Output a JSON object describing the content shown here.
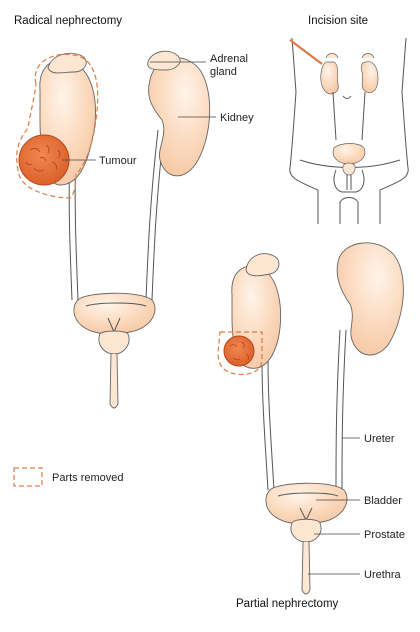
{
  "titles": {
    "radical": "Radical nephrectomy",
    "partial": "Partial nephrectomy",
    "incision": "Incision site"
  },
  "labels": {
    "adrenal_line1": "Adrenal",
    "adrenal_line2": "gland",
    "kidney": "Kidney",
    "tumour": "Tumour",
    "ureter": "Ureter",
    "bladder": "Bladder",
    "prostate": "Prostate",
    "urethra": "Urethra"
  },
  "legend": {
    "parts_removed": "Parts removed"
  },
  "colors": {
    "organ_fill": "#fbd9bd",
    "organ_highlight": "#fff1e4",
    "tumour_fill": "#e8703a",
    "tumour_dark": "#c9501f",
    "removed_outline": "#e07a45",
    "incision_line": "#e07a45",
    "outline": "#555555"
  }
}
